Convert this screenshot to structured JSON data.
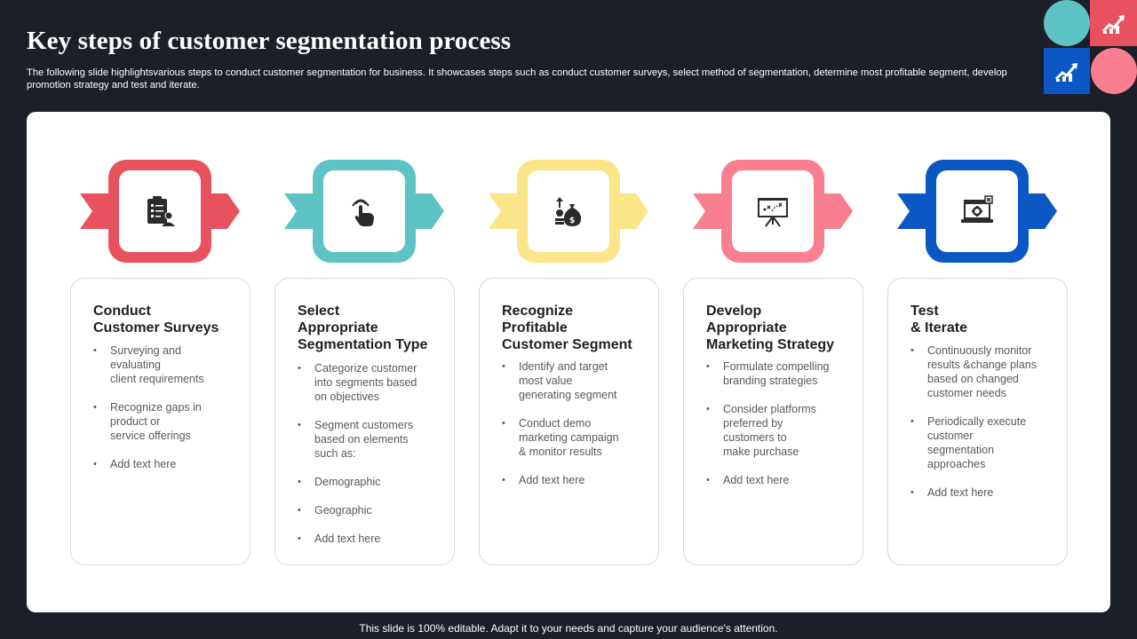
{
  "header": {
    "title": "Key steps of customer segmentation process",
    "subtitle": "The following slide  highlightsvarious steps to conduct customer segmentation for business. It showcases steps such as conduct customer surveys, select method of segmentation, determine most profitable segment, develop promotion strategy and test and iterate."
  },
  "colors": {
    "background": "#1b1f27",
    "red": "#e8525f",
    "teal": "#5ec3c5",
    "yellow": "#fce588",
    "pink": "#f97f8e",
    "blue": "#0b58c4"
  },
  "steps": [
    {
      "title": "Conduct\nCustomer Surveys",
      "icon": "survey-clipboard-icon",
      "color": "#e8525f",
      "bullets": [
        "Surveying  and\nevaluating\nclient requirements",
        "Recognize gaps in\nproduct or\nservice offerings",
        "Add text here"
      ]
    },
    {
      "title": "Select\nAppropriate\nSegmentation Type",
      "icon": "touch-hand-icon",
      "color": "#5ec3c5",
      "bullets": [
        "Categorize customer\ninto segments based\non objectives",
        "Segment customers\nbased on elements\nsuch as:",
        "Demographic",
        "Geographic",
        "Add text here"
      ]
    },
    {
      "title": "Recognize\nProfitable\nCustomer Segment",
      "icon": "money-bag-icon",
      "color": "#fce588",
      "bullets": [
        "Identify and target\nmost value\ngenerating segment",
        "Conduct demo\nmarketing campaign\n& monitor results",
        "Add text here"
      ]
    },
    {
      "title": "Develop\nAppropriate\nMarketing Strategy",
      "icon": "strategy-board-icon",
      "color": "#f97f8e",
      "bullets": [
        "Formulate compelling\nbranding strategies",
        "Consider platforms\npreferred  by\ncustomers to\nmake purchase",
        "Add text here"
      ]
    },
    {
      "title": "Test\n& Iterate",
      "icon": "laptop-settings-icon",
      "color": "#0b58c4",
      "bullets": [
        "Continuously monitor\nresults &change plans\nbased on changed\ncustomer needs",
        "Periodically execute\ncustomer\nsegmentation\napproaches",
        "Add text here"
      ]
    }
  ],
  "footer": "This slide is 100% editable. Adapt it to your needs and capture your audience's attention."
}
